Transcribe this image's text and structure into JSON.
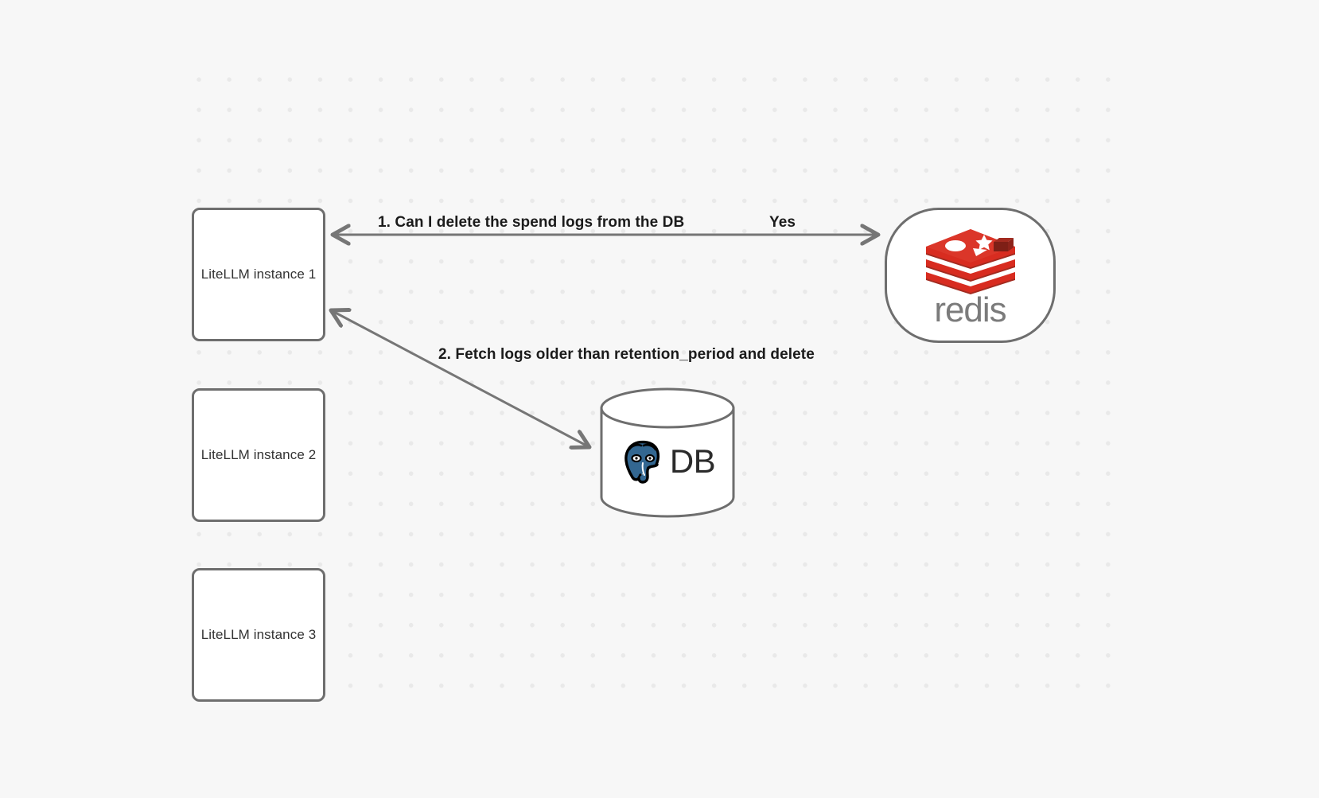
{
  "canvas": {
    "background_color": "#f7f7f7",
    "grid_dot_color": "#e9e9e9",
    "node_border_color": "#6e6e6e",
    "edge_color": "#767676"
  },
  "nodes": [
    {
      "id": "litellm-1",
      "label": "LiteLLM instance 1",
      "shape": "rounded-rect"
    },
    {
      "id": "litellm-2",
      "label": "LiteLLM instance 2",
      "shape": "rounded-rect"
    },
    {
      "id": "litellm-3",
      "label": "LiteLLM instance 3",
      "shape": "rounded-rect"
    },
    {
      "id": "redis",
      "label": "redis",
      "shape": "stadium",
      "logo": "redis-logo",
      "logo_color": "#d82c20"
    },
    {
      "id": "db",
      "label": "DB",
      "shape": "cylinder",
      "logo": "postgresql-elephant-logo",
      "logo_color": "#336791"
    }
  ],
  "edges": [
    {
      "id": "edge-1",
      "from": "litellm-1",
      "to": "redis",
      "label": "1.  Can I delete the spend logs from the DB",
      "answer_label": "Yes",
      "arrowheads": "both"
    },
    {
      "id": "edge-2",
      "from": "litellm-1",
      "to": "db",
      "label": "2.  Fetch logs older than retention_period and delete",
      "arrowheads": "both"
    }
  ]
}
